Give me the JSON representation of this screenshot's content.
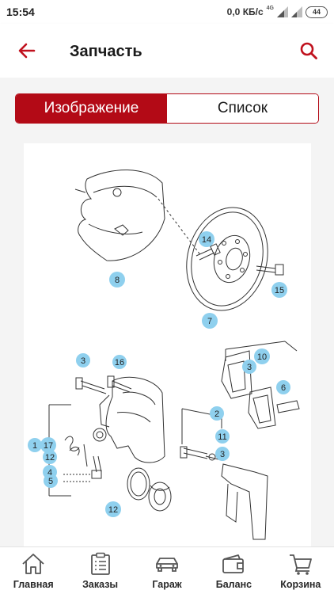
{
  "status": {
    "time": "15:54",
    "speed": "0,0 КБ/с",
    "network": "4G",
    "battery": "44"
  },
  "header": {
    "title": "Запчасть",
    "back_icon": "arrow-left-icon",
    "search_icon": "search-icon"
  },
  "tabs": [
    {
      "label": "Изображение",
      "active": true
    },
    {
      "label": "Список",
      "active": false
    }
  ],
  "diagram": {
    "callouts": [
      "14",
      "8",
      "15",
      "7",
      "3",
      "16",
      "10",
      "3",
      "6",
      "2",
      "11",
      "3",
      "1",
      "17",
      "12",
      "4",
      "5",
      "12"
    ]
  },
  "nav": [
    {
      "label": "Главная",
      "icon": "home-icon"
    },
    {
      "label": "Заказы",
      "icon": "orders-icon"
    },
    {
      "label": "Гараж",
      "icon": "car-icon"
    },
    {
      "label": "Баланс",
      "icon": "wallet-icon"
    },
    {
      "label": "Корзина",
      "icon": "cart-icon"
    }
  ],
  "colors": {
    "accent": "#b30a16",
    "callout": "#8fd0ee",
    "nav_icon": "#555555"
  }
}
